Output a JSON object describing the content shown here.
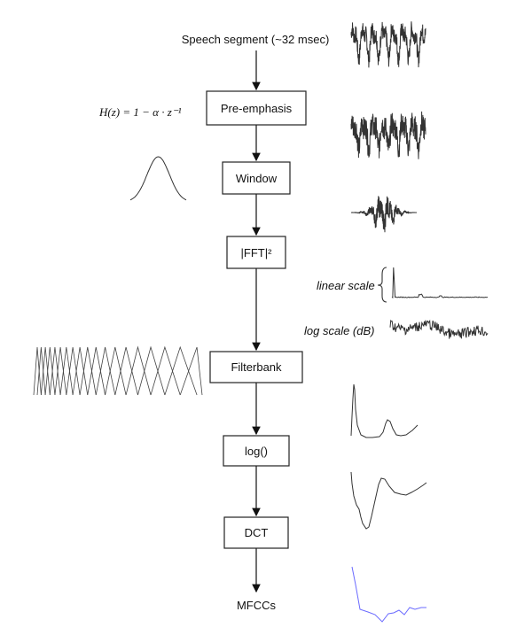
{
  "top_label": "Speech segment (~32 msec)",
  "blocks": [
    {
      "label": "Pre-emphasis"
    },
    {
      "label": "Window"
    },
    {
      "label": "|FFT|²"
    },
    {
      "label": "Filterbank"
    },
    {
      "label": "log()"
    },
    {
      "label": "DCT"
    }
  ],
  "output_label": "MFCCs",
  "formula": "H(z) = 1 − α · z⁻¹",
  "spectrum_labels": {
    "linear": "linear scale",
    "log": "log scale (dB)"
  },
  "colors": {
    "mfcc_line": "#6b6bff",
    "waveform": "#333333"
  }
}
